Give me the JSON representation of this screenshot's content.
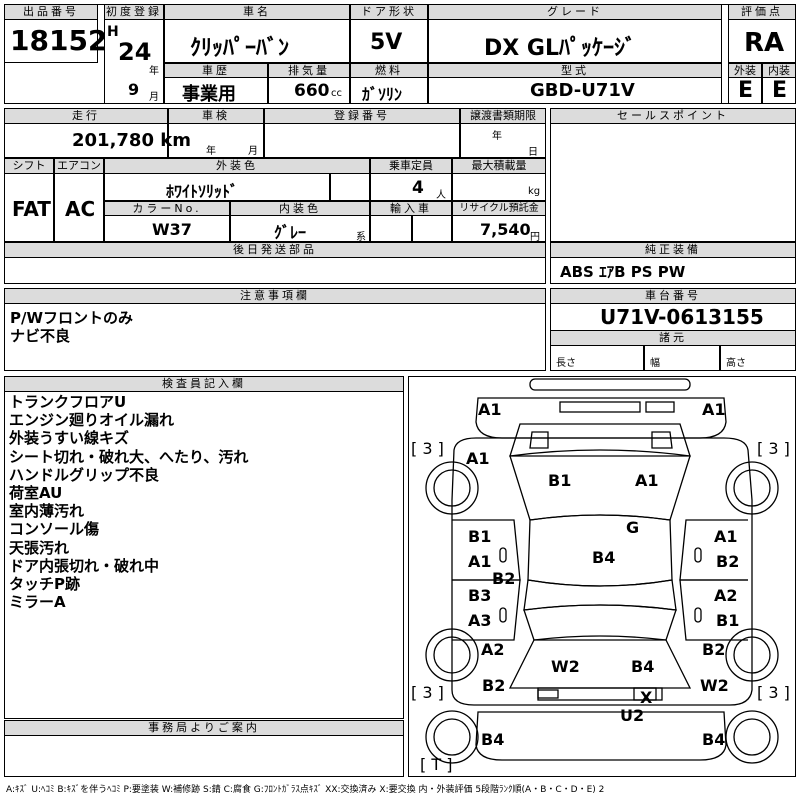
{
  "header": {
    "lot_label": "出品番号",
    "lot_no": "18152",
    "first_reg_label": "初度登録",
    "era": "H",
    "year": "24",
    "nen": "年",
    "month": "9",
    "tsuki": "月",
    "name_label": "車名",
    "car_name": "ｸﾘｯﾊﾟｰﾊﾞﾝ",
    "doors_label": "ドア形状",
    "doors": "5V",
    "grade_label": "グレード",
    "grade": "DX GLﾊﾟｯｹｰｼﾞ",
    "score_label": "評価点",
    "score": "RA",
    "history_label": "車歴",
    "history": "事業用",
    "disp_label": "排気量",
    "disp": "660",
    "cc": "cc",
    "fuel_label": "燃料",
    "fuel": "ｶﾞｿﾘﾝ",
    "model_label": "型式",
    "model": "GBD-U71V",
    "ext_label": "外装",
    "ext": "E",
    "int_label": "内装",
    "int": "E"
  },
  "row2": {
    "mileage_label": "走行",
    "mileage": "201,780 km",
    "inspection_label": "車検",
    "nen": "年",
    "tsuki": "月",
    "plate_label": "登録番号",
    "transfer_label": "譲渡書類期限",
    "nen2": "年",
    "hi": "日",
    "sales_label": "セールスポイント",
    "shift_label": "シフト",
    "shift": "FAT",
    "ac_label": "エアコン",
    "ac": "AC",
    "color_label": "外装色",
    "color": "ﾎﾜｲﾄｿﾘｯﾄﾞ",
    "capacity_label": "乗車定員",
    "capacity": "4",
    "nin": "人",
    "load_label": "最大積載量",
    "kg": "kg",
    "colorno_label": "カラーNo.",
    "colorno": "W37",
    "interior_label": "内装色",
    "interior": "ｸﾞﾚｰ",
    "kei": "系",
    "import_label": "輸入車",
    "recycle_label": "リサイクル預託金",
    "recycle": "7,540",
    "yen": "円",
    "shipping_label": "後日発送部品",
    "equip_label": "純正装備",
    "equip": "ABS ｴｱB PS PW"
  },
  "notes": {
    "label": "注意事項欄",
    "lines": [
      "P/Wフロントのみ",
      "ナビ不良"
    ]
  },
  "frame": {
    "label": "車台番号",
    "value": "U71V-0613155",
    "dims_label": "諸元",
    "length": "長さ",
    "width": "幅",
    "height": "高さ"
  },
  "inspector": {
    "label": "検査員記入欄",
    "lines": [
      "トランクフロアU",
      "エンジン廻りオイル漏れ",
      "外装うすい線キズ",
      "シート切れ・破れ大、へたり、汚れ",
      "ハンドルグリップ不良",
      "荷室AU",
      "室内薄汚れ",
      "コンソール傷",
      "天張汚れ",
      "ドア内張切れ・破れ中",
      "タッチP跡",
      "ミラーA"
    ]
  },
  "office": {
    "label": "事務局よりご案内"
  },
  "damage_labels": {
    "a1_left": "A1",
    "a1_right": "A1",
    "a1_hood_left": "A1",
    "b1_top": "B1",
    "a1_top": "A1",
    "g": "G",
    "b4_center": "B4",
    "b1_l": "B1",
    "a1_l": "A1",
    "b2_l": "B2",
    "b3_l": "B3",
    "a3_l": "A3",
    "a1_r": "A1",
    "b2_r": "B2",
    "a2_r": "A2",
    "b1_r": "B1",
    "a2_l": "A2",
    "b2_lb": "B2",
    "w2_c": "W2",
    "b4_c2": "B4",
    "b2_rb": "B2",
    "w2_r": "W2",
    "x": "X",
    "u2": "U2",
    "b4_bl": "B4",
    "b4_br": "B4",
    "t3_tl": "[ 3 ]",
    "t3_tr": "[ 3 ]",
    "t3_bl": "[ 3 ]",
    "t3_br": "[ 3 ]",
    "t_t": "[ T ]"
  },
  "legend": "A:ｷｽﾞ U:ﾍｺﾐ B:ｷｽﾞを伴うﾍｺﾐ P:要塗装 W:補修跡 S:錆 C:腐食 G:ﾌﾛﾝﾄｶﾞﾗｽ点ｷｽﾞ XX:交換済み X:要交換 内・外装評価 5段階ﾗﾝｸ順(A・B・C・D・E) 2"
}
